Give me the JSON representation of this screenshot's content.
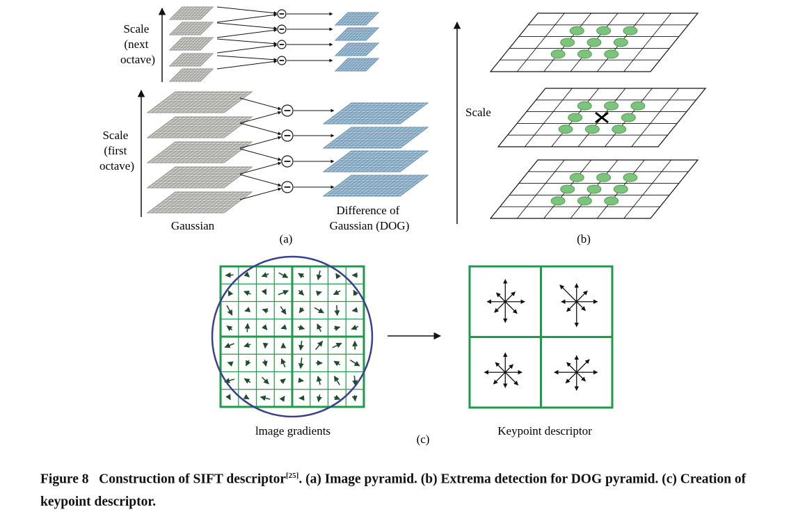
{
  "panel_a": {
    "scale_next_label": [
      "Scale",
      "(next",
      "octave)"
    ],
    "scale_first_label": [
      "Scale",
      "(first",
      "octave)"
    ],
    "gaussian_label": "Gaussian",
    "dog_label": [
      "Difference of",
      "Gaussian (DOG)"
    ],
    "panel_label": "(a)"
  },
  "panel_b": {
    "scale_label": "Scale",
    "panel_label": "(b)"
  },
  "panel_c": {
    "image_gradients_label": "lmage gradients",
    "keypoint_label": "Keypoint descriptor",
    "panel_label": "(c)"
  },
  "caption": {
    "figure_number": "Figure 8",
    "text_before_ref": "Construction of SIFT descriptor",
    "ref": "[25]",
    "text_after_ref": ". (a) Image pyramid. (b) Extrema detection for DOG pyramid. (c) Creation of keypoint descriptor."
  },
  "colors": {
    "grid_gray": "#8a8a8a",
    "dog_blue": "#5d8aa8",
    "dog_fill": "#c7d8e6",
    "gaussian_fill": "#e8e8e0",
    "green_ellipse": "#7cc47c",
    "green_line": "#1f9a4a",
    "circle_blue": "#3a3f8f"
  }
}
